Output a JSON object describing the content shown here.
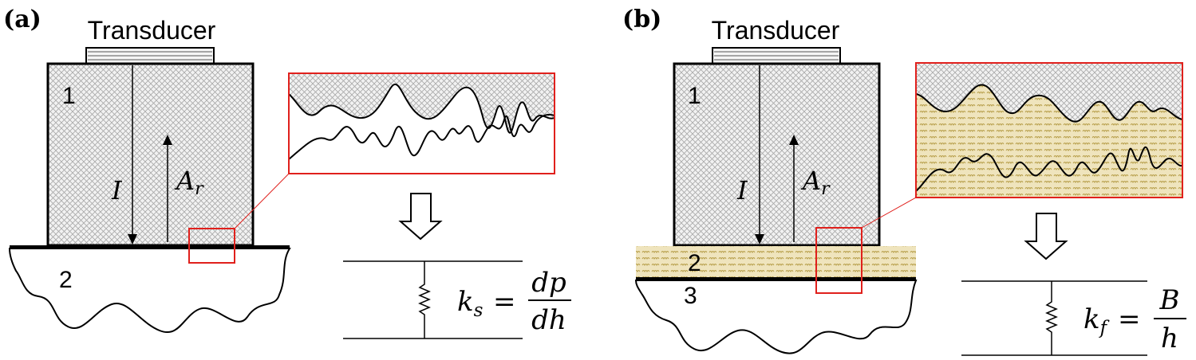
{
  "panel_a": {
    "label": "(a)",
    "transducer": "Transducer",
    "layer1": "1",
    "layer2": "2",
    "incident": "I",
    "reflected": "A",
    "reflected_sub": "r",
    "stiffness_symbol": "k",
    "stiffness_sub": "s",
    "equals": "=",
    "numerator": "dp",
    "denominator": "dh"
  },
  "panel_b": {
    "label": "(b)",
    "transducer": "Transducer",
    "layer1": "1",
    "layer2": "2",
    "layer3": "3",
    "incident": "I",
    "reflected": "A",
    "reflected_sub": "r",
    "stiffness_symbol": "k",
    "stiffness_sub": "f",
    "equals": "=",
    "numerator": "B",
    "denominator": "h"
  },
  "colors": {
    "outline": "#000000",
    "highlight": "#e0201c",
    "fluid": "#e8dcb0",
    "fluid_mark": "#b8a252",
    "hatch": "#9a9a9a"
  }
}
